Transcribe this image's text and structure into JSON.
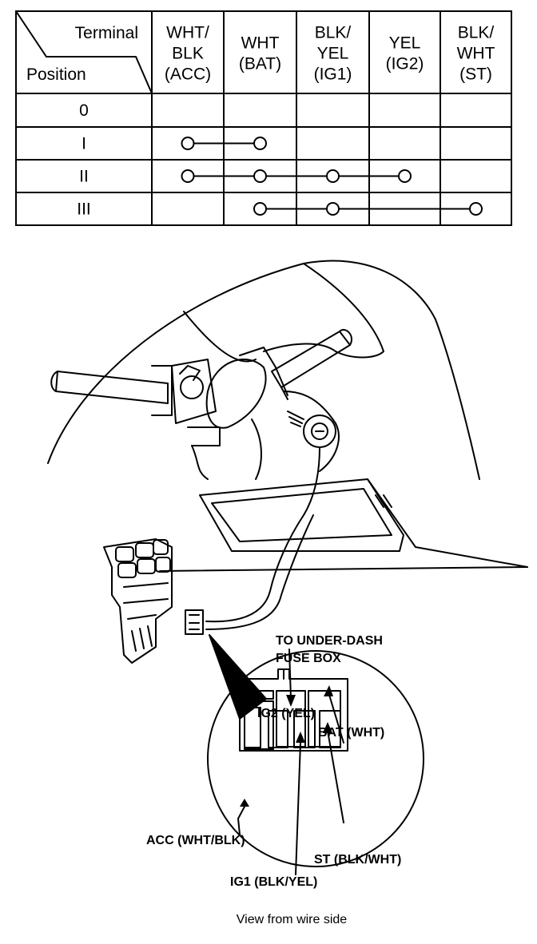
{
  "table": {
    "header_terminal": "Terminal",
    "header_position": "Position",
    "columns": [
      {
        "lines": [
          "WHT/",
          "BLK",
          "(ACC)"
        ]
      },
      {
        "lines": [
          "WHT",
          "(BAT)"
        ]
      },
      {
        "lines": [
          "BLK/",
          "YEL",
          "(IG1)"
        ]
      },
      {
        "lines": [
          "YEL",
          "(IG2)"
        ]
      },
      {
        "lines": [
          "BLK/",
          "WHT",
          "(ST)"
        ]
      }
    ],
    "rows": [
      {
        "position": "0",
        "connected": []
      },
      {
        "position": "I",
        "connected": [
          0,
          1
        ]
      },
      {
        "position": "II",
        "connected": [
          0,
          1,
          2,
          3
        ]
      },
      {
        "position": "III",
        "connected": [
          1,
          2,
          4
        ]
      }
    ]
  },
  "labels": {
    "fuse_box_line1": "TO UNDER-DASH",
    "fuse_box_line2": "FUSE BOX",
    "ig2": "IG2 (YEL)",
    "bat": "BAT (WHT)",
    "acc": "ACC (WHT/BLK)",
    "st": "ST (BLK/WHT)",
    "ig1": "IG1 (BLK/YEL)",
    "caption": "View from wire side"
  }
}
